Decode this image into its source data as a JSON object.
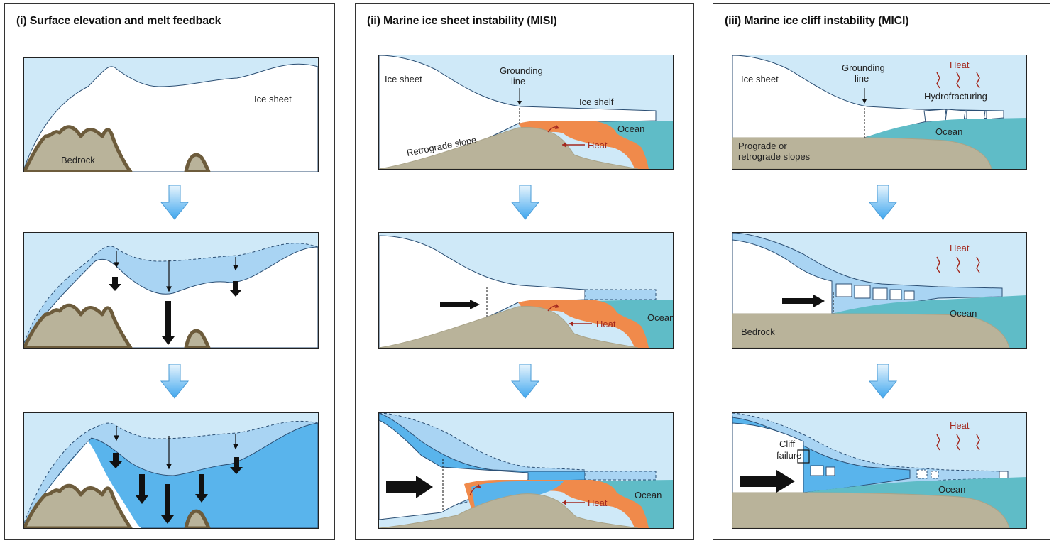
{
  "columns": [
    {
      "title": "(i) Surface elevation and melt feedback",
      "labels": {
        "ice_sheet": "Ice sheet",
        "bedrock": "Bedrock"
      }
    },
    {
      "title": "(ii) Marine ice sheet instability (MISI)",
      "labels": {
        "ice_sheet": "Ice sheet",
        "grounding_line": [
          "Grounding",
          "line"
        ],
        "ice_shelf": "Ice shelf",
        "ocean": "Ocean",
        "heat": "Heat",
        "retrograde_slope": "Retrograde slope"
      }
    },
    {
      "title": "(iii) Marine ice cliff instability (MICI)",
      "labels": {
        "ice_sheet": "Ice sheet",
        "grounding_line": [
          "Grounding",
          "line"
        ],
        "heat": "Heat",
        "hydrofracturing": "Hydrofracturing",
        "ocean": "Ocean",
        "slopes": [
          "Prograde or",
          "retrograde slopes"
        ],
        "bedrock": "Bedrock",
        "cliff_failure": [
          "Cliff",
          "failure"
        ]
      }
    }
  ],
  "colors": {
    "sky": "#cfe9f8",
    "ice_white": "#ffffff",
    "ice_loss_light": "#a9d4f3",
    "ice_loss_mid": "#59b4ec",
    "bedrock": "#b9b39a",
    "bedrock_outline": "#6d5c3c",
    "ocean": "#5fbcc7",
    "ocean_deep": "#8fcfd6",
    "warm_water": "#f08a4b",
    "heat_text": "#a3291f",
    "arrow_black": "#111111"
  }
}
